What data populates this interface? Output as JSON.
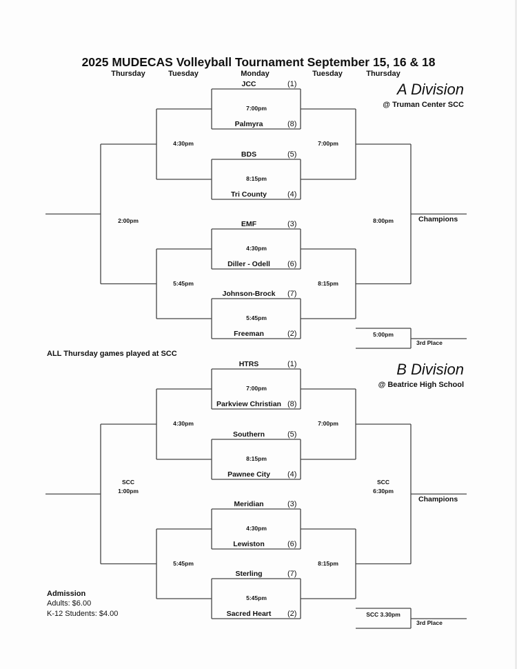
{
  "title": "2025 MUDECAS Volleyball Tournament September 15, 16 & 18",
  "days": [
    "Thursday",
    "Tuesday",
    "Monday",
    "Tuesday",
    "Thursday"
  ],
  "note": "ALL Thursday games played at SCC",
  "divisions": [
    {
      "name": "A  Division",
      "venue": "@ Truman Center SCC",
      "matches": [
        {
          "top_team": "JCC",
          "top_seed": "(1)",
          "bottom_team": "Palmyra",
          "bottom_seed": "(8)",
          "time": "7:00pm"
        },
        {
          "top_team": "BDS",
          "top_seed": "(5)",
          "bottom_team": "Tri County",
          "bottom_seed": "(4)",
          "time": "8:15pm"
        },
        {
          "top_team": "EMF",
          "top_seed": "(3)",
          "bottom_team": "Diller - Odell",
          "bottom_seed": "(6)",
          "time": "4:30pm"
        },
        {
          "top_team": "Johnson-Brock",
          "top_seed": "(7)",
          "bottom_team": "Freeman",
          "bottom_seed": "(2)",
          "time": "5:45pm"
        }
      ],
      "left_semis": [
        "4:30pm",
        "5:45pm"
      ],
      "right_semis": [
        "7:00pm",
        "8:15pm"
      ],
      "left_final": {
        "venue": "",
        "time": "2:00pm"
      },
      "right_final": {
        "venue": "",
        "time": "8:00pm"
      },
      "champions_label": "Champions",
      "third_place_time": "5:00pm",
      "third_place_label": "3rd Place"
    },
    {
      "name": "B Division",
      "venue": "@ Beatrice High School",
      "matches": [
        {
          "top_team": "HTRS",
          "top_seed": "(1)",
          "bottom_team": "Parkview Christian",
          "bottom_seed": "(8)",
          "time": "7:00pm"
        },
        {
          "top_team": "Southern",
          "top_seed": "(5)",
          "bottom_team": "Pawnee City",
          "bottom_seed": "(4)",
          "time": "8:15pm"
        },
        {
          "top_team": "Meridian",
          "top_seed": "(3)",
          "bottom_team": "Lewiston",
          "bottom_seed": "(6)",
          "time": "4:30pm"
        },
        {
          "top_team": "Sterling",
          "top_seed": "(7)",
          "bottom_team": "Sacred Heart",
          "bottom_seed": "(2)",
          "time": "5:45pm"
        }
      ],
      "left_semis": [
        "4:30pm",
        "5:45pm"
      ],
      "right_semis": [
        "7:00pm",
        "8:15pm"
      ],
      "left_final": {
        "venue": "SCC",
        "time": "1:00pm"
      },
      "right_final": {
        "venue": "SCC",
        "time": "6:30pm"
      },
      "champions_label": "Champions",
      "third_place_time": "SCC 3.30pm",
      "third_place_label": "3rd Place"
    }
  ],
  "admission": {
    "heading": "Admission",
    "lines": [
      "Adults: $6.00",
      "K-12 Students: $4.00"
    ]
  }
}
